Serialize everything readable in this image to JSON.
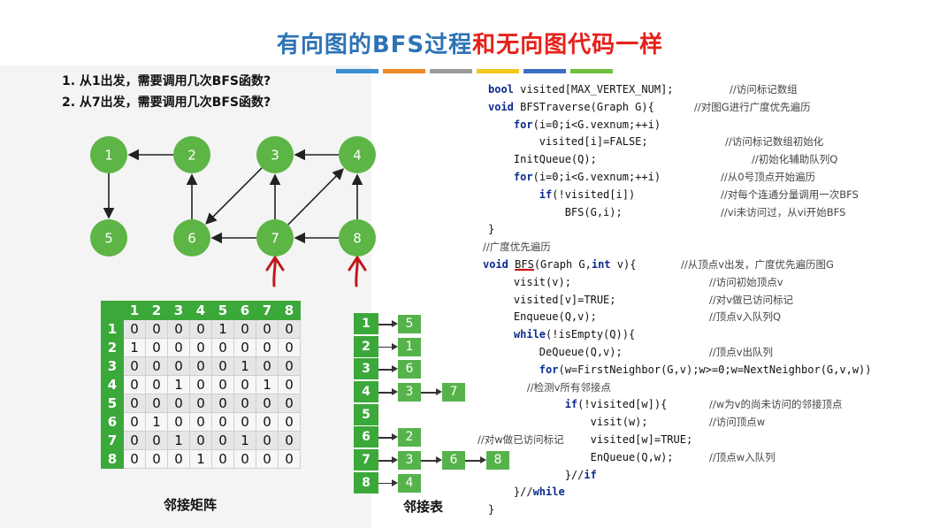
{
  "title": {
    "part1": "有向图的BFS过程",
    "part2": "和无向图代码一样"
  },
  "color_bar": [
    "#3a8fd0",
    "#f08a24",
    "#9b9b9b",
    "#f2c81c",
    "#3b6fc4",
    "#6fbf3b"
  ],
  "questions": [
    "1.  从1出发，需要调用几次BFS函数?",
    "2.  从7出发，需要调用几次BFS函数?"
  ],
  "graph": {
    "nodes": [
      "1",
      "2",
      "3",
      "4",
      "5",
      "6",
      "7",
      "8"
    ],
    "edges": [
      [
        "2",
        "1"
      ],
      [
        "1",
        "5"
      ],
      [
        "6",
        "2"
      ],
      [
        "3",
        "6"
      ],
      [
        "7",
        "3"
      ],
      [
        "7",
        "6"
      ],
      [
        "8",
        "7"
      ],
      [
        "4",
        "3"
      ],
      [
        "7",
        "4"
      ],
      [
        "8",
        "4"
      ]
    ],
    "node_color": "#5cb545",
    "marker_color": "#c0181b"
  },
  "matrix": {
    "header": [
      "1",
      "2",
      "3",
      "4",
      "5",
      "6",
      "7",
      "8"
    ],
    "rows": [
      [
        "0",
        "0",
        "0",
        "0",
        "1",
        "0",
        "0",
        "0"
      ],
      [
        "1",
        "0",
        "0",
        "0",
        "0",
        "0",
        "0",
        "0"
      ],
      [
        "0",
        "0",
        "0",
        "0",
        "0",
        "1",
        "0",
        "0"
      ],
      [
        "0",
        "0",
        "1",
        "0",
        "0",
        "0",
        "1",
        "0"
      ],
      [
        "0",
        "0",
        "0",
        "0",
        "0",
        "0",
        "0",
        "0"
      ],
      [
        "0",
        "1",
        "0",
        "0",
        "0",
        "0",
        "0",
        "0"
      ],
      [
        "0",
        "0",
        "1",
        "0",
        "0",
        "1",
        "0",
        "0"
      ],
      [
        "0",
        "0",
        "0",
        "1",
        "0",
        "0",
        "0",
        "0"
      ]
    ],
    "caption": "邻接矩阵"
  },
  "adj_list": {
    "rows": [
      {
        "head": "1",
        "list": [
          "5"
        ]
      },
      {
        "head": "2",
        "list": [
          "1"
        ]
      },
      {
        "head": "3",
        "list": [
          "6"
        ]
      },
      {
        "head": "4",
        "list": [
          "3",
          "7"
        ]
      },
      {
        "head": "5",
        "list": []
      },
      {
        "head": "6",
        "list": [
          "2"
        ]
      },
      {
        "head": "7",
        "list": [
          "3",
          "6",
          "8"
        ]
      },
      {
        "head": "8",
        "list": [
          "4"
        ]
      }
    ],
    "caption": "邻接表"
  },
  "code": [
    {
      "code": "bool visited[MAX_VERTEX_NUM];",
      "comment": "//访问标记数组"
    },
    {
      "code": "void BFSTraverse(Graph G){",
      "comment": "//对图G进行广度优先遍历"
    },
    {
      "code": "    for(i=0;i<G.vexnum;++i)",
      "comment": ""
    },
    {
      "code": "        visited[i]=FALSE;",
      "comment": "//访问标记数组初始化"
    },
    {
      "code": "    InitQueue(Q);",
      "comment": "//初始化辅助队列Q"
    },
    {
      "code": "    for(i=0;i<G.vexnum;++i)",
      "comment": "//从0号顶点开始遍历"
    },
    {
      "code": "        if(!visited[i])",
      "comment": "//对每个连通分量调用一次BFS"
    },
    {
      "code": "            BFS(G,i);",
      "comment": "//vi未访问过，从vi开始BFS"
    },
    {
      "code": "}",
      "comment": ""
    },
    {
      "code": "//广度优先遍历",
      "comment": ""
    },
    {
      "code": "void BFS(Graph G,int v){",
      "comment": "//从顶点v出发，广度优先遍历图G"
    },
    {
      "code": "    visit(v);",
      "comment": "//访问初始顶点v"
    },
    {
      "code": "    visited[v]=TRUE;",
      "comment": "//对v做已访问标记"
    },
    {
      "code": "    Enqueue(Q,v);",
      "comment": "//顶点v入队列Q"
    },
    {
      "code": "    while(!isEmpty(Q)){",
      "comment": ""
    },
    {
      "code": "        DeQueue(Q,v);",
      "comment": "//顶点v出队列"
    },
    {
      "code": "        for(w=FirstNeighbor(G,v);w>=0;w=NextNeighbor(G,v,w))",
      "comment": ""
    },
    {
      "code": "            //检测v所有邻接点",
      "comment": ""
    },
    {
      "code": "            if(!visited[w]){",
      "comment": "//w为v的尚未访问的邻接顶点"
    },
    {
      "code": "                visit(w);",
      "comment": "//访问顶点w"
    },
    {
      "code": "                visited[w]=TRUE;",
      "comment": "//对w做已访问标记"
    },
    {
      "code": "                EnQueue(Q,w);",
      "comment": "//顶点w入队列"
    },
    {
      "code": "            }//if",
      "comment": ""
    },
    {
      "code": "    }//while",
      "comment": ""
    },
    {
      "code": "}",
      "comment": ""
    }
  ]
}
